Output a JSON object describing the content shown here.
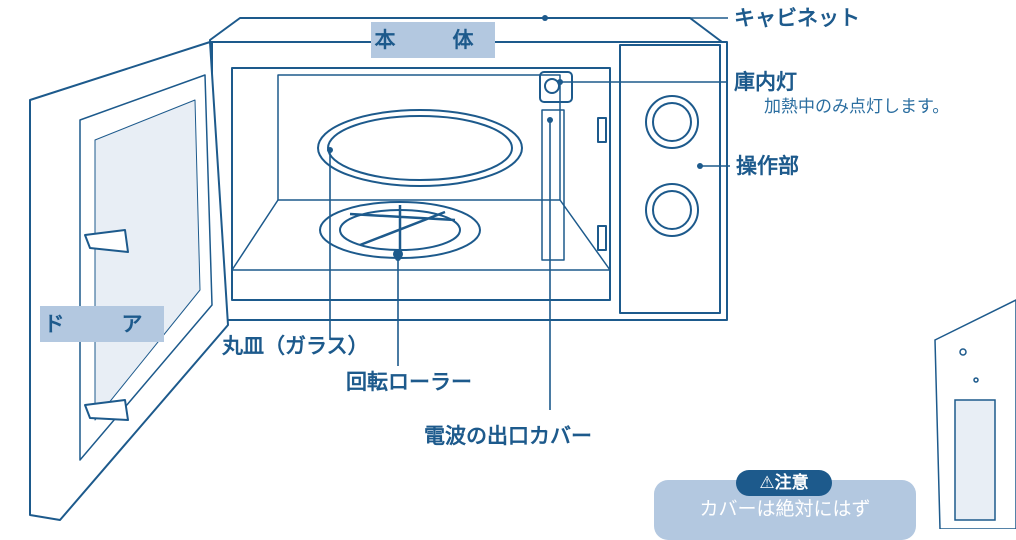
{
  "labels": {
    "honntai": "本　体",
    "door": "ド　ア",
    "cabinet": "キャビネット",
    "lamp": "庫内灯",
    "lamp_note": "加熱中のみ点灯します。",
    "controls": "操作部",
    "plate": "丸皿（ガラス）",
    "roller": "回転ローラー",
    "wave_cover": "電波の出口カバー"
  },
  "caution": {
    "title": "⚠注意",
    "text": "カバーは絶対にはず"
  },
  "colors": {
    "line": "#1d5a8c",
    "tag_bg": "#b3c8e0",
    "caution_bg": "#1d5a8c"
  }
}
